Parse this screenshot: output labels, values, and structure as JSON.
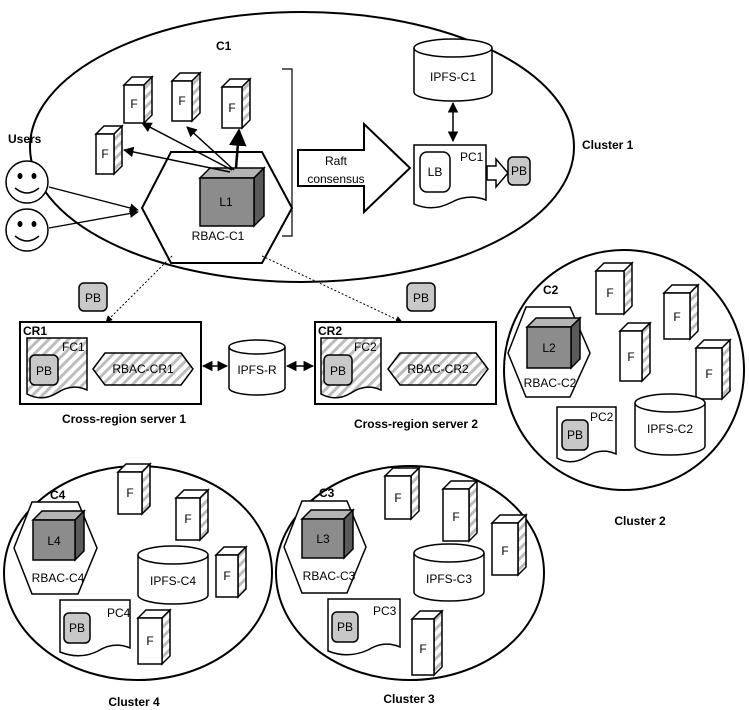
{
  "users_label": "Users",
  "clusters": [
    {
      "id": "C1",
      "caption": "Cluster 1",
      "leader": "L1",
      "rbac": "RBAC-C1",
      "ipfs": "IPFS-C1",
      "pc": "PC1",
      "lb": "LB",
      "pb": "PB"
    },
    {
      "id": "C2",
      "caption": "Cluster 2",
      "leader": "L2",
      "rbac": "RBAC-C2",
      "ipfs": "IPFS-C2",
      "pc": "PC2",
      "pb": "PB"
    },
    {
      "id": "C3",
      "caption": "Cluster 3",
      "leader": "L3",
      "rbac": "RBAC-C3",
      "ipfs": "IPFS-C3",
      "pc": "PC3",
      "pb": "PB"
    },
    {
      "id": "C4",
      "caption": "Cluster 4",
      "leader": "L4",
      "rbac": "RBAC-C4",
      "ipfs": "IPFS-C4",
      "pc": "PC4",
      "pb": "PB"
    }
  ],
  "follower_label": "F",
  "raft_line1": "Raft",
  "raft_line2": "consensus",
  "cross_regions": [
    {
      "id": "CR1",
      "caption": "Cross-region server 1",
      "fc": "FC1",
      "rbac": "RBAC-CR1",
      "pb": "PB"
    },
    {
      "id": "CR2",
      "caption": "Cross-region server 2",
      "fc": "FC2",
      "rbac": "RBAC-CR2",
      "pb": "PB"
    }
  ],
  "ipfs_r": "IPFS-R",
  "pb_label": "PB",
  "colors": {
    "leader_front": "#8c8c8c",
    "leader_top": "#b4b4b4",
    "leader_side": "#5a5a5a",
    "pb_fill": "#c8c8c8",
    "hatch": "#bdbdbd"
  }
}
